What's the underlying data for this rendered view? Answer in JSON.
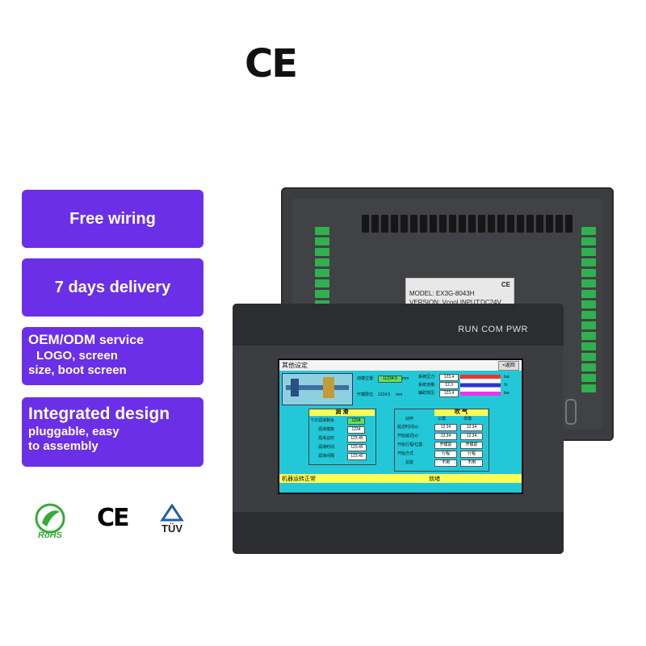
{
  "header": {
    "cert_mark": "CE"
  },
  "badges": {
    "b1": "Free wiring",
    "b2": "7 days delivery",
    "b3_title": "OEM/ODM",
    "b3_title_small": "service",
    "b3_line2": "LOGO, screen",
    "b3_line3": "size, boot screen",
    "b4_title": "Integrated design",
    "b4_line2": "pluggable, easy",
    "b4_line3": "to assembly"
  },
  "certs": {
    "rohs": "RoHS",
    "ce": "CE",
    "tuv": "TÜV"
  },
  "colors": {
    "badge": "#6a2fe6",
    "screen": "#23c8d8",
    "status": "#ffff55",
    "terminal": "#30b04e"
  },
  "back_device": {
    "label_line1": "MODEL: EX3G-8043H",
    "label_line2_a": "VERSION:",
    "label_line2_b": "Vcool",
    "label_line2_c": "INPUT:DC24V",
    "label_ce": "CE"
  },
  "front_device": {
    "leds": "RUN  COM  PWR",
    "screen": {
      "title": "其他设定",
      "back_button": "<返回",
      "status_left": "机器运转正常",
      "status_right": "就绪",
      "lube_head": "润  滑",
      "blow_head": "吹  气",
      "lube_rows": [
        {
          "label": "下次润滑剩余",
          "value": "1234"
        },
        {
          "label": "润滑模数",
          "value": "1234"
        },
        {
          "label": "润滑总时",
          "value": "123.45"
        },
        {
          "label": "润滑时间",
          "value": "123.45"
        },
        {
          "label": "润滑间隔",
          "value": "123.45"
        }
      ],
      "blow_cols": [
        "公模",
        "母模"
      ],
      "blow_rows": [
        {
          "label": "动作",
          "a": "",
          "b": ""
        },
        {
          "label": "延迟时间(s)",
          "a": "12.34",
          "b": "12.34"
        },
        {
          "label": "开始延迟(s)",
          "a": "12.34",
          "b": "12.34"
        },
        {
          "label": "开始行程/位置",
          "a": "开模前",
          "b": "开模前"
        },
        {
          "label": "开始方式",
          "a": "行程",
          "b": "行程"
        },
        {
          "label": "总能",
          "a": "不用",
          "b": "不用"
        }
      ],
      "pos_label": "动模位置:",
      "pos_value": "11234.5",
      "pos_unit": "mm",
      "open_label": "开模限位:",
      "open_value": "1234.5",
      "open_unit": "mm",
      "sys_rows": [
        {
          "label": "系统压力:",
          "value": "123.4",
          "unit": "bar"
        },
        {
          "label": "系统流量:",
          "value": "12.3",
          "unit": "%"
        },
        {
          "label": "辅助背压:",
          "value": "123.4",
          "unit": "bar"
        }
      ]
    }
  }
}
